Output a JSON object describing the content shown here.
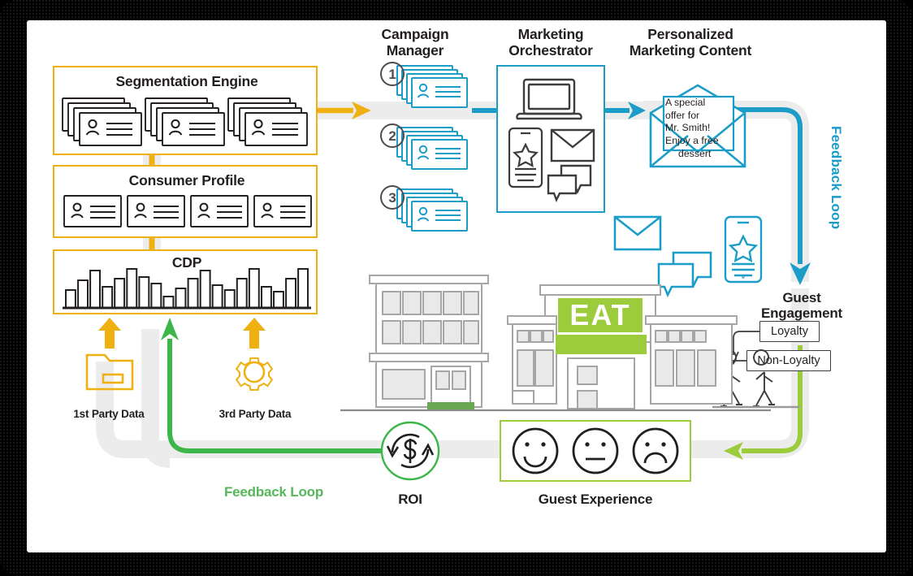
{
  "diagram": {
    "title": "Personalized Marketing / Guest Engagement Flow",
    "colors": {
      "gold": "#eeb111",
      "gold_light": "#e8b33a",
      "blue": "#1b9dc8",
      "blue_dark": "#1489b4",
      "green": "#3cb54a",
      "green_light": "#9ccb3b",
      "ink": "#231f20",
      "gray_line": "#8c8c8c",
      "shadow": "#e9e9e9",
      "frame": "#000000",
      "canvas": "#ffffff"
    }
  },
  "data_stack": {
    "segmentation": {
      "label": "Segmentation Engine",
      "card_stacks": 3,
      "cards_per_stack": 4
    },
    "consumer_profile": {
      "label": "Consumer Profile",
      "cards": 4
    },
    "cdp": {
      "label": "CDP",
      "bar_heights": [
        22,
        34,
        46,
        26,
        36,
        48,
        38,
        30,
        14,
        24,
        36,
        46,
        28,
        22,
        36,
        48,
        26,
        20,
        36,
        48
      ]
    }
  },
  "data_sources": [
    {
      "label": "1st Party Data",
      "icon": "folder-icon",
      "arrow_color": "#eeb111"
    },
    {
      "label": "3rd Party Data",
      "icon": "gear-icon",
      "arrow_color": "#eeb111"
    }
  ],
  "campaign_manager": {
    "label": "Campaign Manager",
    "items": [
      {
        "number": "1"
      },
      {
        "number": "2"
      },
      {
        "number": "3"
      }
    ]
  },
  "marketing_orchestrator": {
    "label": "Marketing Orchestrator",
    "channel_icons": [
      "laptop-icon",
      "mobile-star-icon",
      "envelope-icon",
      "chat-bubbles-icon"
    ]
  },
  "personalized_content": {
    "label": "Personalized Marketing Content",
    "letter_text": "A special offer for Mr. Smith! Enjoy a free dessert",
    "letter_lines": [
      "A special",
      "offer for",
      "Mr. Smith!",
      "Enjoy a free",
      "dessert"
    ]
  },
  "engagement_channels": [
    "envelope-icon",
    "chat-bubbles-icon",
    "mobile-star-icon"
  ],
  "guest_engagement": {
    "label": "Guest Engagement",
    "feedback_loop_label": "Feedback Loop",
    "segments": [
      {
        "label": "Loyalty"
      },
      {
        "label": "Non-Loyalty"
      }
    ]
  },
  "storefront": {
    "sign_text": "EAT"
  },
  "guest_experience": {
    "label": "Guest Experience",
    "faces": [
      "happy-face-icon",
      "neutral-face-icon",
      "sad-face-icon"
    ]
  },
  "roi": {
    "label": "ROI",
    "icon": "roi-dollar-cycle-icon"
  },
  "feedback_loop_bottom": {
    "label": "Feedback Loop"
  }
}
